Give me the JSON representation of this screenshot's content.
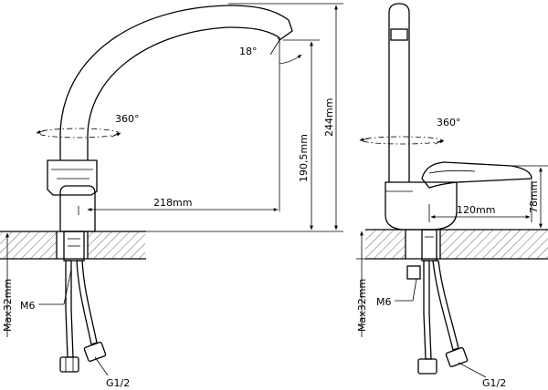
{
  "left_view": {
    "rotation_label": "360°",
    "spout_angle_label": "18°",
    "reach_label": "218mm",
    "spout_height_label": "190,5mm",
    "total_height_label": "244mm",
    "max_thickness_label": "Max32mm",
    "stud_thread_label": "M6",
    "hose_thread_label": "G1/2"
  },
  "right_view": {
    "rotation_label": "360°",
    "lever_reach_label": "120mm",
    "lever_height_label": "78mm",
    "max_thickness_label": "Max32mm",
    "stud_thread_label": "M6",
    "hose_thread_label": "G1/2"
  }
}
